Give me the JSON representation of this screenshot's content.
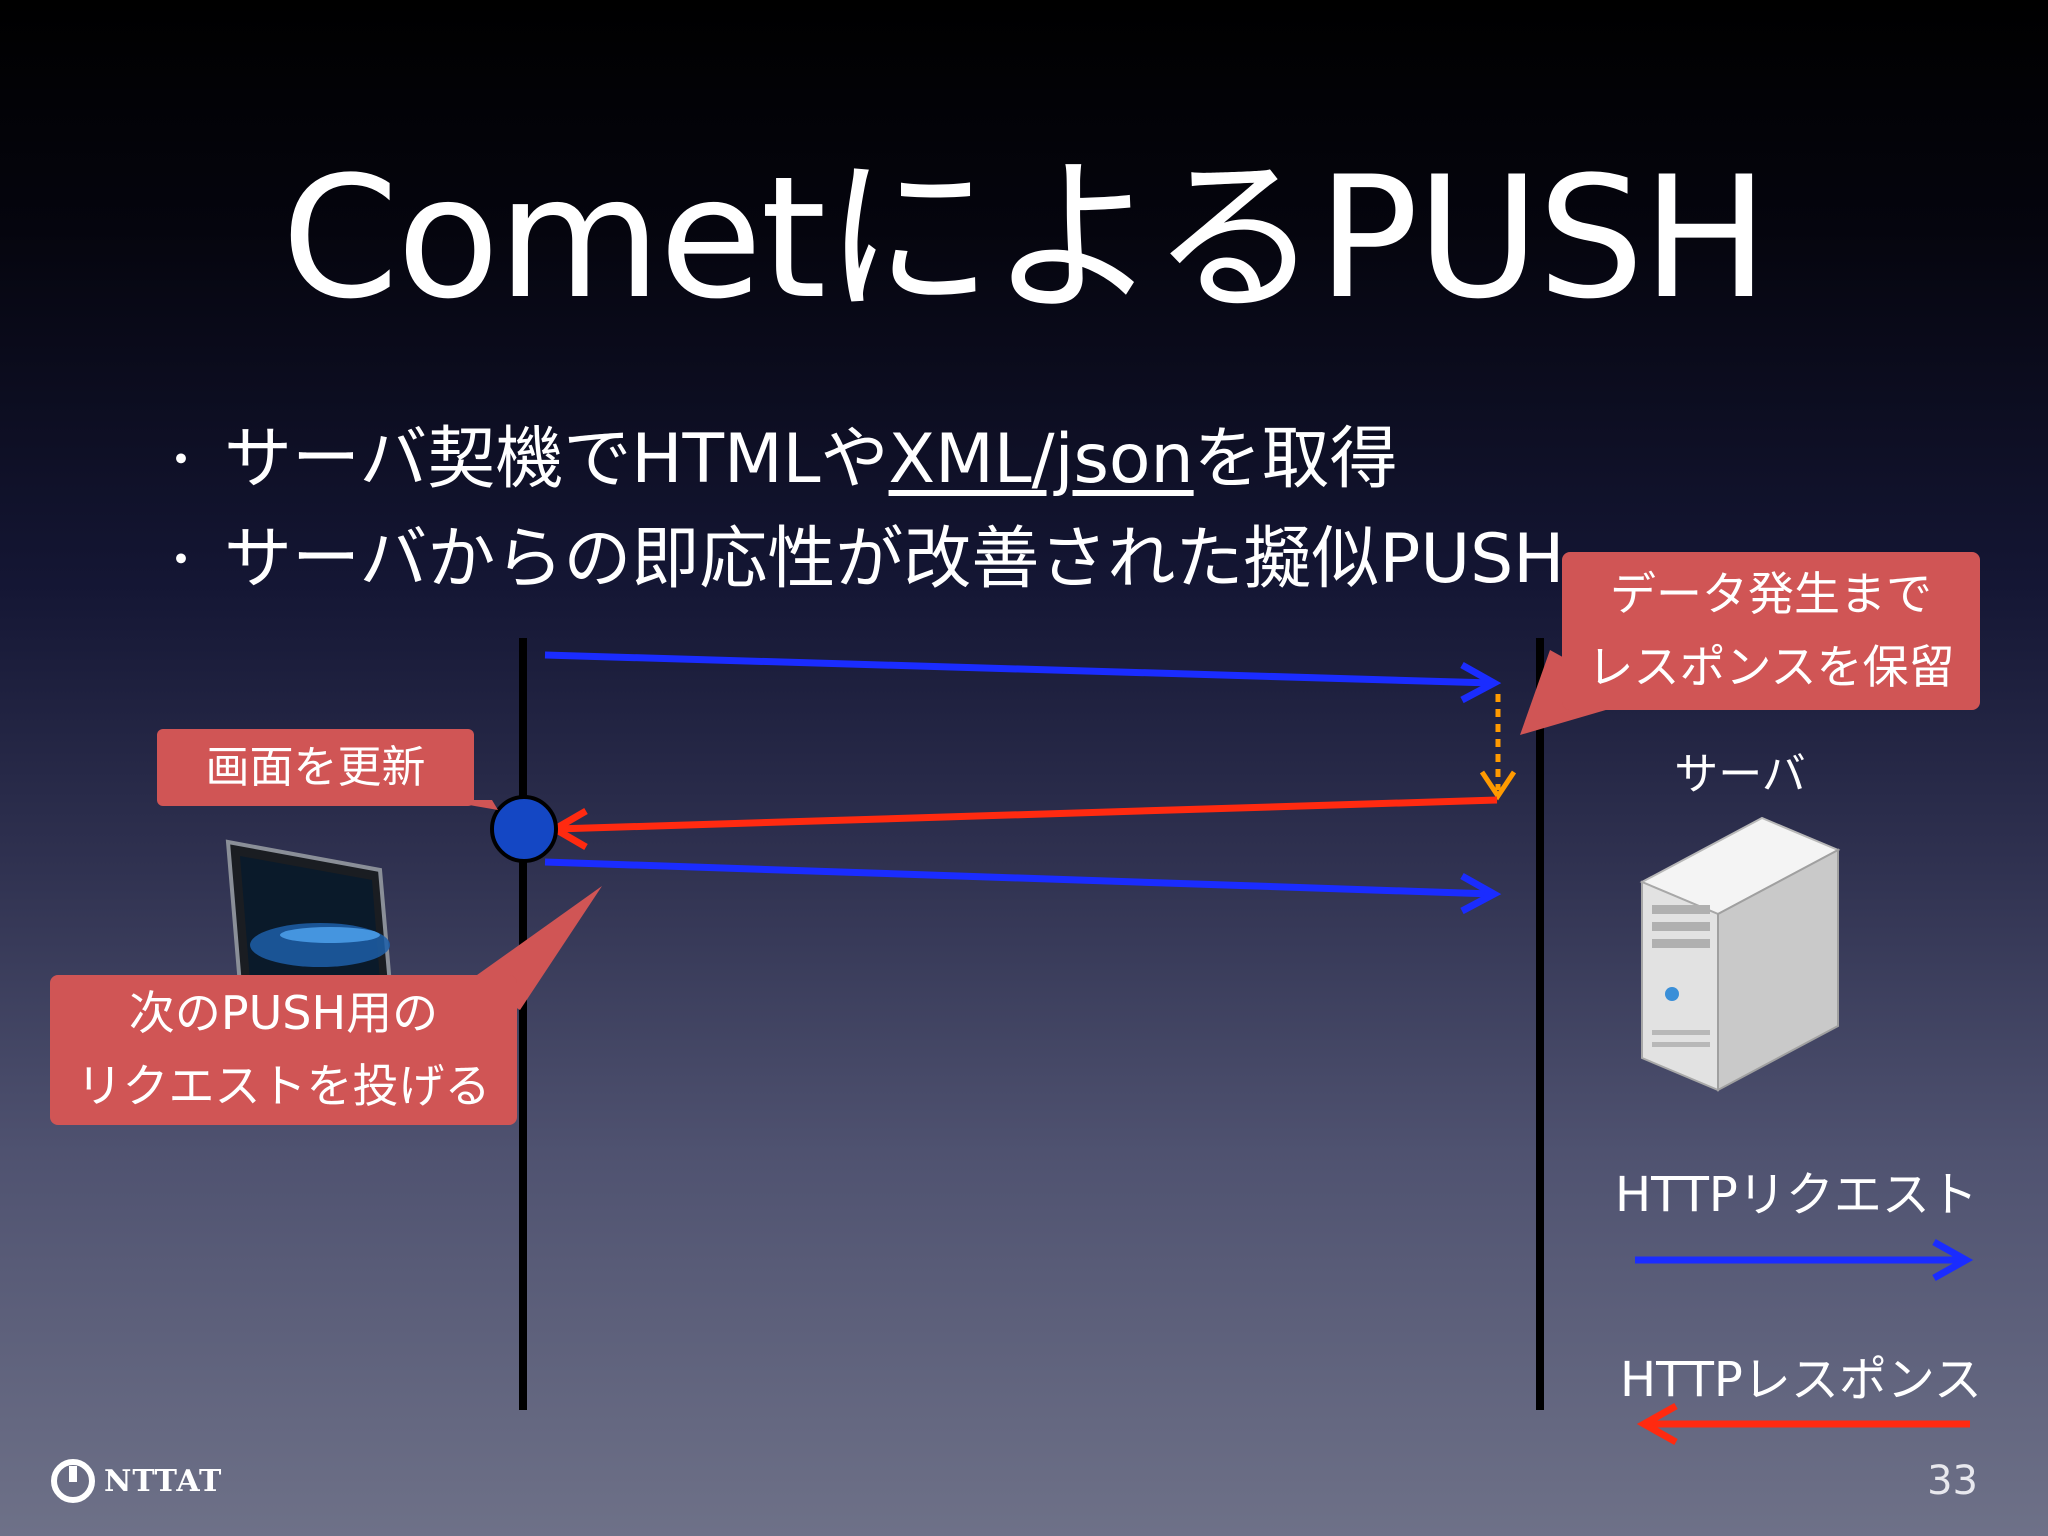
{
  "slide": {
    "title": "CometによるPUSH",
    "bullets": [
      {
        "marker": "・",
        "text_before": "サーバ契機でHTMLや",
        "linked": "XML/json",
        "text_after": "を取得"
      },
      {
        "marker": "・",
        "text": "サーバからの即応性が改善された擬似PUSH"
      }
    ],
    "callouts": {
      "screen_update": "画面を更新",
      "hold_line1": "データ発生まで",
      "hold_line2": "レスポンスを保留",
      "next_line1": "次のPUSH用の",
      "next_line2": "リクエストを投げる"
    },
    "server_label": "サーバ",
    "legend": {
      "request_label": "HTTPリクエスト",
      "response_label": "HTTPレスポンス"
    },
    "logo_text": "NTTAT",
    "page_number": "33",
    "colors": {
      "request": "#1a2cff",
      "response": "#ff2a10",
      "hold": "#ff9a00",
      "callout": "#d05555",
      "event_dot": "#1447c4"
    },
    "icons": [
      "laptop-icon",
      "server-icon",
      "nttat-logo-icon"
    ]
  }
}
